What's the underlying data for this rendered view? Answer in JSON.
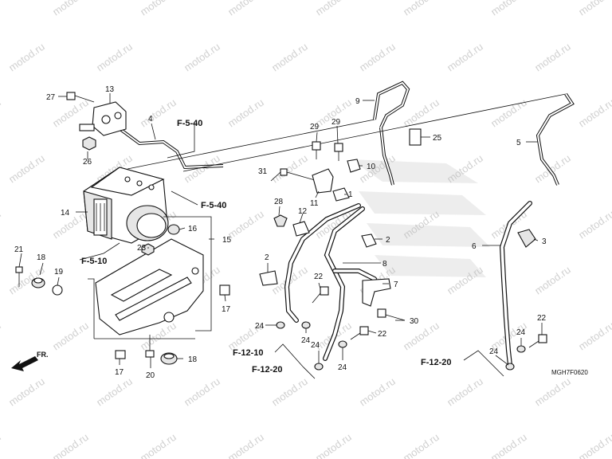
{
  "watermark": "motod.ru",
  "diagram_code": "MGH7F0620",
  "direction_label": "FR.",
  "refs": {
    "r1": "F-5-40",
    "r2": "F-5-40",
    "r3": "F-5-10",
    "r4": "F-12-10",
    "r5": "F-12-20",
    "r6": "F-12-20"
  },
  "callouts": {
    "c1": "1",
    "c2": "2",
    "c3": "3",
    "c4": "4",
    "c5": "5",
    "c6": "6",
    "c7": "7",
    "c8": "8",
    "c9": "9",
    "c10": "10",
    "c11": "11",
    "c12": "12",
    "c13": "13",
    "c14": "14",
    "c15": "15",
    "c16": "16",
    "c17a": "17",
    "c17b": "17",
    "c18a": "18",
    "c18b": "18",
    "c19": "19",
    "c20": "20",
    "c21": "21",
    "c22a": "22",
    "c22b": "22",
    "c22c": "22",
    "c23": "23",
    "c24a": "24",
    "c24b": "24",
    "c24c": "24",
    "c24d": "24",
    "c24e": "24",
    "c24f": "24",
    "c25": "25",
    "c26": "26",
    "c27": "27",
    "c28": "28",
    "c29a": "29",
    "c29b": "29",
    "c30": "30",
    "c31": "31"
  },
  "colors": {
    "line": "#111111",
    "watermark": "#d0d0d0",
    "background": "#ffffff"
  }
}
